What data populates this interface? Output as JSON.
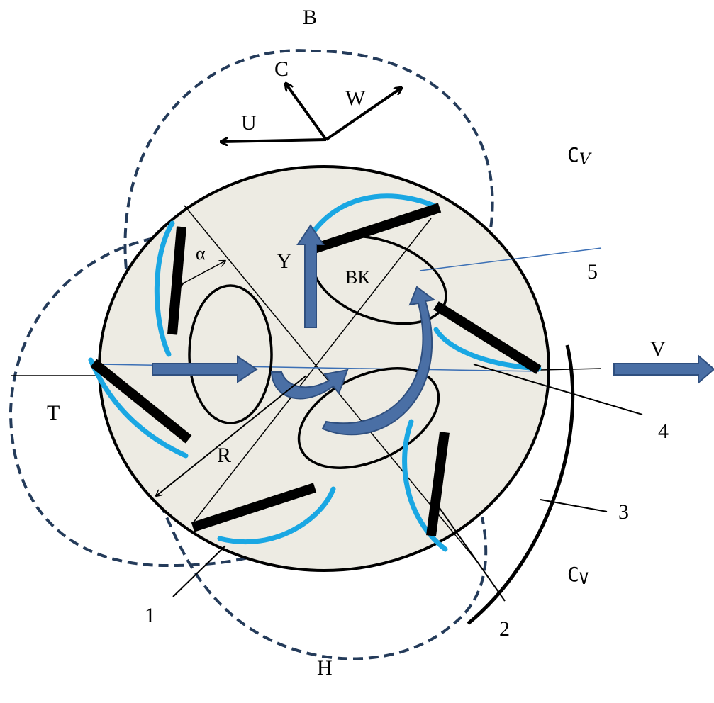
{
  "labels": {
    "top": "B",
    "bottom": "H",
    "left": "T",
    "vector_c": "C",
    "vector_w": "W",
    "vector_u": "U",
    "lift": "Y",
    "vortex_core": "ВК",
    "velocity": "V",
    "radius": "R",
    "angle": "α",
    "cv_upper_main": "C",
    "cv_upper_sub": "V",
    "cv_lower_main": "C",
    "cv_lower_sub": "V",
    "callout_1": "1",
    "callout_2": "2",
    "callout_3": "3",
    "callout_4": "4",
    "callout_5": "5"
  },
  "colors": {
    "disk_fill": "#edebe3",
    "blade": "#000000",
    "blade_profile": "#1aa7e3",
    "arrow_fill": "#4a6fa5",
    "arrow_stroke": "#2f4f7f",
    "dashed_contour": "#243b5a",
    "thin_line_blue": "#3b6fb5"
  }
}
